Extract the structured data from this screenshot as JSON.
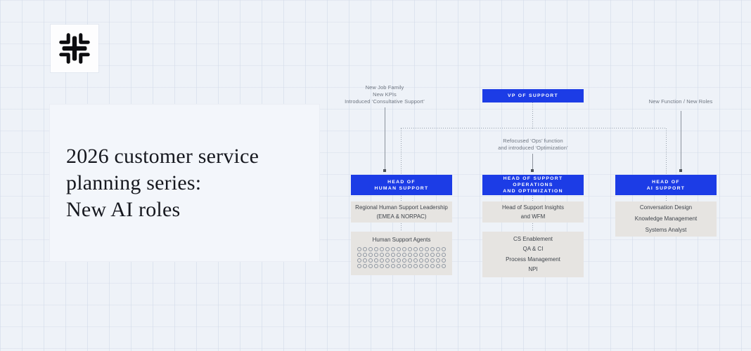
{
  "colors": {
    "accent_blue": "#1c3ce6",
    "box_gray": "#e6e4e1",
    "background": "#eef2f8"
  },
  "brand": {
    "logo": "converging-arrows-mark"
  },
  "title_card": {
    "text": "2026 customer service\nplanning series:\nNew AI roles"
  },
  "chart": {
    "root_label": "VP OF SUPPORT",
    "annotation_left": "New Job Family\nNew KPIs\nIntroduced ‘Consultative Support’",
    "annotation_middle": "Refocused ‘Ops’ function\nand introduced ‘Optimization’",
    "annotation_right": "New Function / New Roles",
    "columns": [
      {
        "head": "HEAD OF\nHUMAN SUPPORT",
        "level2": "Regional Human Support Leadership\n(EMEA & NORPAC)",
        "level3_title": "Human Support Agents",
        "agents": {
          "rows": 4,
          "cols": 16
        }
      },
      {
        "head": "HEAD OF SUPPORT OPERATIONS\nAND OPTIMIZATION",
        "level2": "Head of Support Insights\nand WFM",
        "level3": "CS Enablement\nQA & CI\nProcess Management\nNPI"
      },
      {
        "head": "HEAD OF\nAI SUPPORT",
        "level2": "Conversation Design\nKnowledge Management\nSystems Analyst"
      }
    ]
  }
}
